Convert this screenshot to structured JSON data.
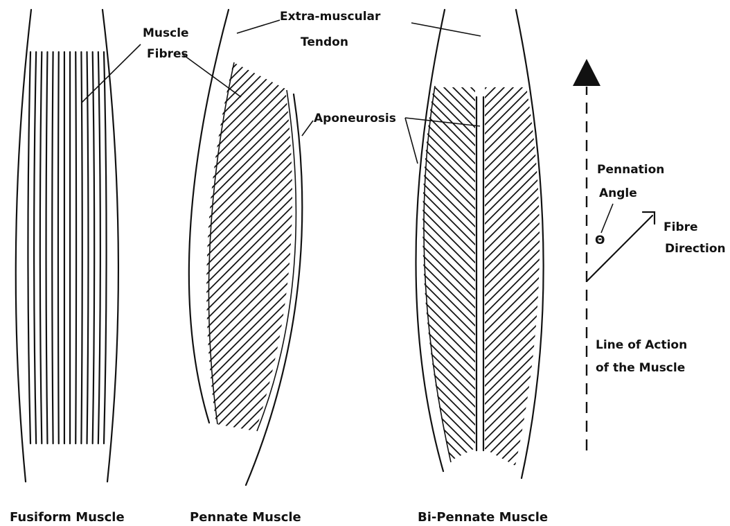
{
  "labels": {
    "muscle_fibres_1": "Muscle",
    "muscle_fibres_2": "Fibres",
    "tendon_1": "Extra-muscular",
    "tendon_2": "Tendon",
    "aponeurosis": "Aponeurosis",
    "pennation_1": "Pennation",
    "pennation_2": "Angle",
    "theta": "Θ",
    "fibre_dir_1": "Fibre",
    "fibre_dir_2": "Direction",
    "line_action_1": "Line of Action",
    "line_action_2": "of the Muscle"
  },
  "captions": {
    "fusiform": "Fusiform Muscle",
    "pennate": "Pennate Muscle",
    "bipennate": "Bi-Pennate Muscle"
  }
}
